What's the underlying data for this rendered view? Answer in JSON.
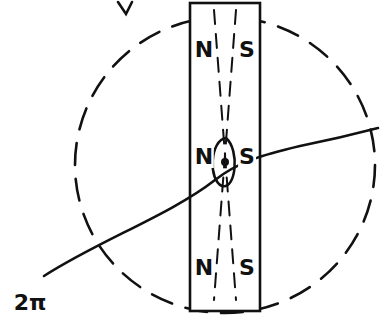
{
  "diagram": {
    "labels": [
      "N",
      "S",
      "N",
      "S",
      "N",
      "S",
      "2π"
    ]
  }
}
